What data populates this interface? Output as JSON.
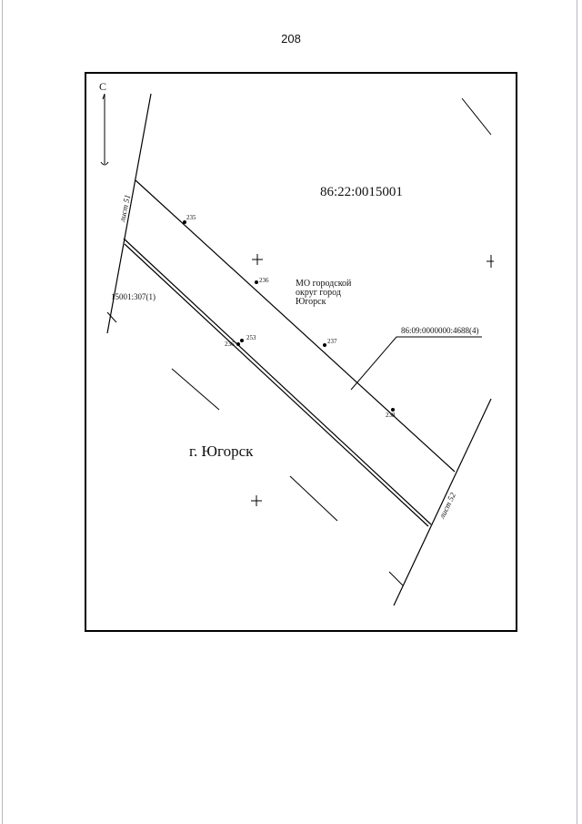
{
  "page": {
    "number": "208"
  },
  "map": {
    "north_label": "С",
    "cadastral_block": "86:22:0015001",
    "municipality_label": [
      "МО городской",
      "округ город",
      "Югорск"
    ],
    "plot_label": "86:09:0000000:4688(4)",
    "neighbor_plot_label": "15001:307(1)",
    "city_label": "г. Югорск",
    "sheet_labels": {
      "left": "лист 51",
      "right": "лист 52"
    },
    "points": [
      {
        "id": "235",
        "label": "235"
      },
      {
        "id": "236",
        "label": "236"
      },
      {
        "id": "237",
        "label": "237"
      },
      {
        "id": "238",
        "label": "238"
      },
      {
        "id": "253",
        "label": "253"
      },
      {
        "id": "236b",
        "label": "236"
      }
    ]
  }
}
